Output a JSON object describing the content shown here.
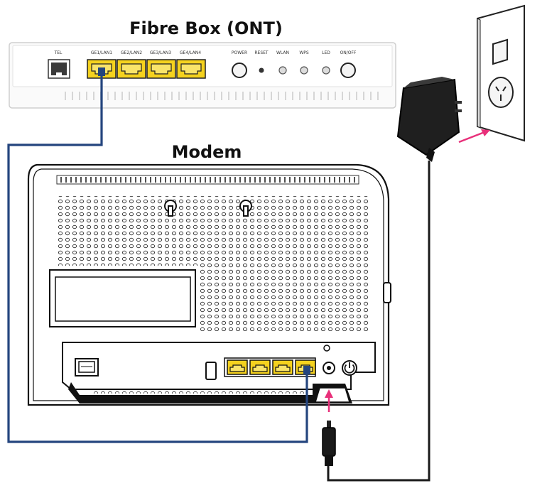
{
  "diagram": {
    "ont_title": "Fibre Box (ONT)",
    "modem_title": "Modem",
    "ont_labels": {
      "tel": "TEL",
      "lan1": "GE1/LAN1",
      "lan2": "GE2/LAN2",
      "lan3": "GE3/LAN3",
      "lan4": "GE4/LAN4",
      "power": "POWER",
      "reset": "RESET",
      "wlan": "WLAN",
      "wps": "WPS",
      "led": "LED",
      "onoff": "ON/OFF"
    }
  },
  "colors": {
    "ethernet_cable": "#24457e",
    "lan_port": "#f5d21e",
    "arrow": "#e8307a",
    "outline": "#222222",
    "power_cable": "#1a1a1a"
  }
}
